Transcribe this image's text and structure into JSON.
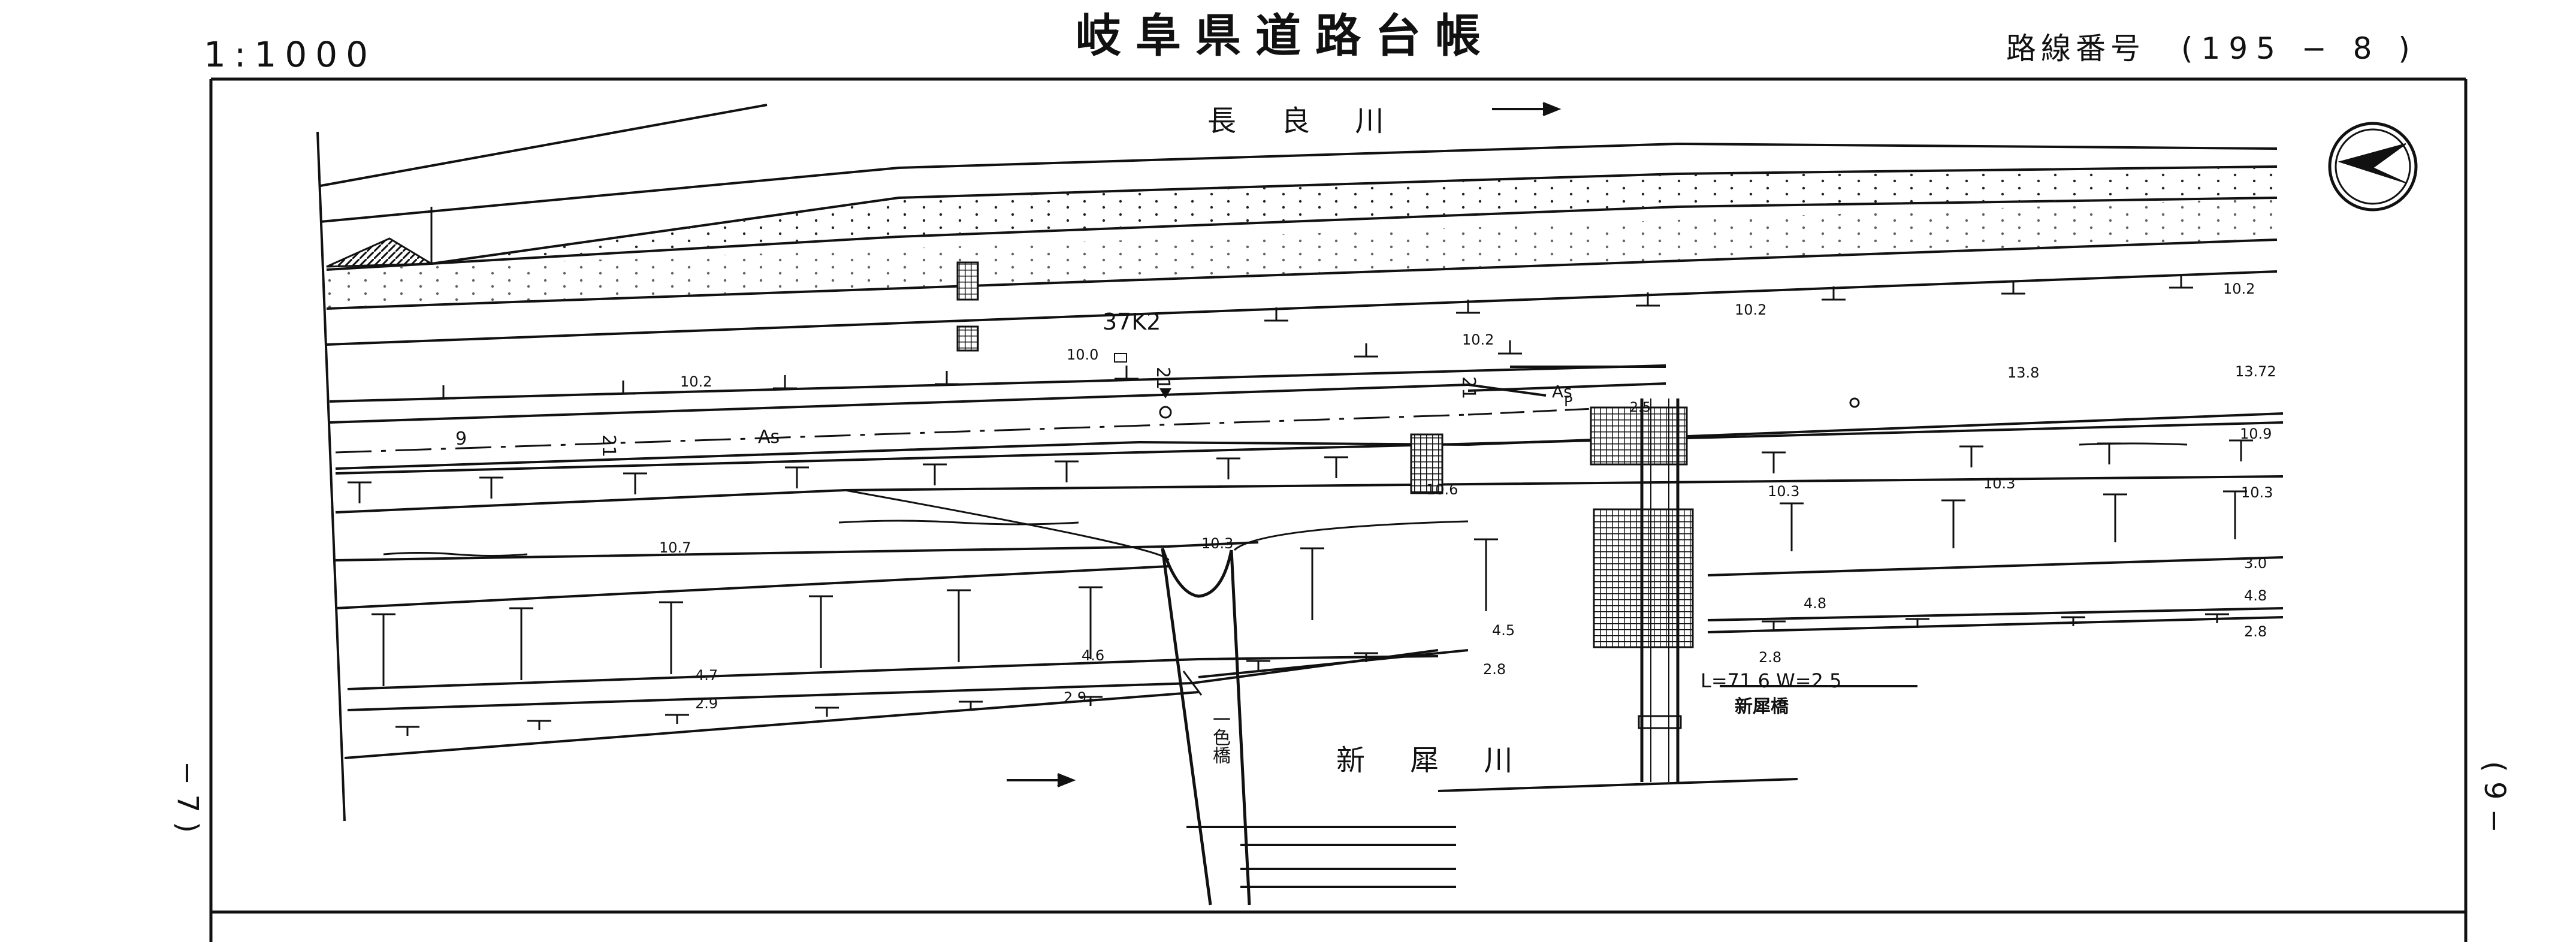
{
  "header": {
    "scale": "1:1000",
    "title": "岐阜県道路台帳",
    "route_label": "路線番号",
    "route_number": "(195 − 8 )"
  },
  "sheet_number": {
    "left": "− 7 )",
    "right": "( 9 −"
  },
  "map": {
    "river_top": "長 良 川",
    "river_bottom": "新 犀 川",
    "bridge_main": "新犀橋",
    "bridge_main_dims": "L=71.6  W=2.5",
    "bridge_side": "一色橋",
    "station": "37K2",
    "pavement_left": "As",
    "pavement_right": "As",
    "marker_p": "P",
    "route_left": "21",
    "route_right": "21",
    "route_mid": "21",
    "marker_9": "9",
    "widths": {
      "w_10_2_a": "10.2",
      "w_10_0": "10.0",
      "w_10_2_b": "10.2",
      "w_10_2_c": "10.2",
      "w_10_2_d": "10.2",
      "w_13_8": "13.8",
      "w_13_72": "13.72",
      "w_10_9": "10.9",
      "w_10_6": "10.6",
      "w_10_3_a": "10.3",
      "w_10_3_b": "10.3",
      "w_10_3_c": "10.3",
      "w_10_7": "10.7",
      "w_10_3_d": "10.3",
      "w_3_0": "3.0",
      "w_4_8_a": "4.8",
      "w_4_8_b": "4.8",
      "w_2_8_a": "2.8",
      "w_2_8_b": "2.8",
      "w_4_5": "4.5",
      "w_2_8_c": "2.8",
      "w_4_7": "4.7",
      "w_4_6": "4.6",
      "w_2_9_a": "2.9",
      "w_2_9_b": "2.9",
      "w_2_5": "2.5"
    }
  }
}
